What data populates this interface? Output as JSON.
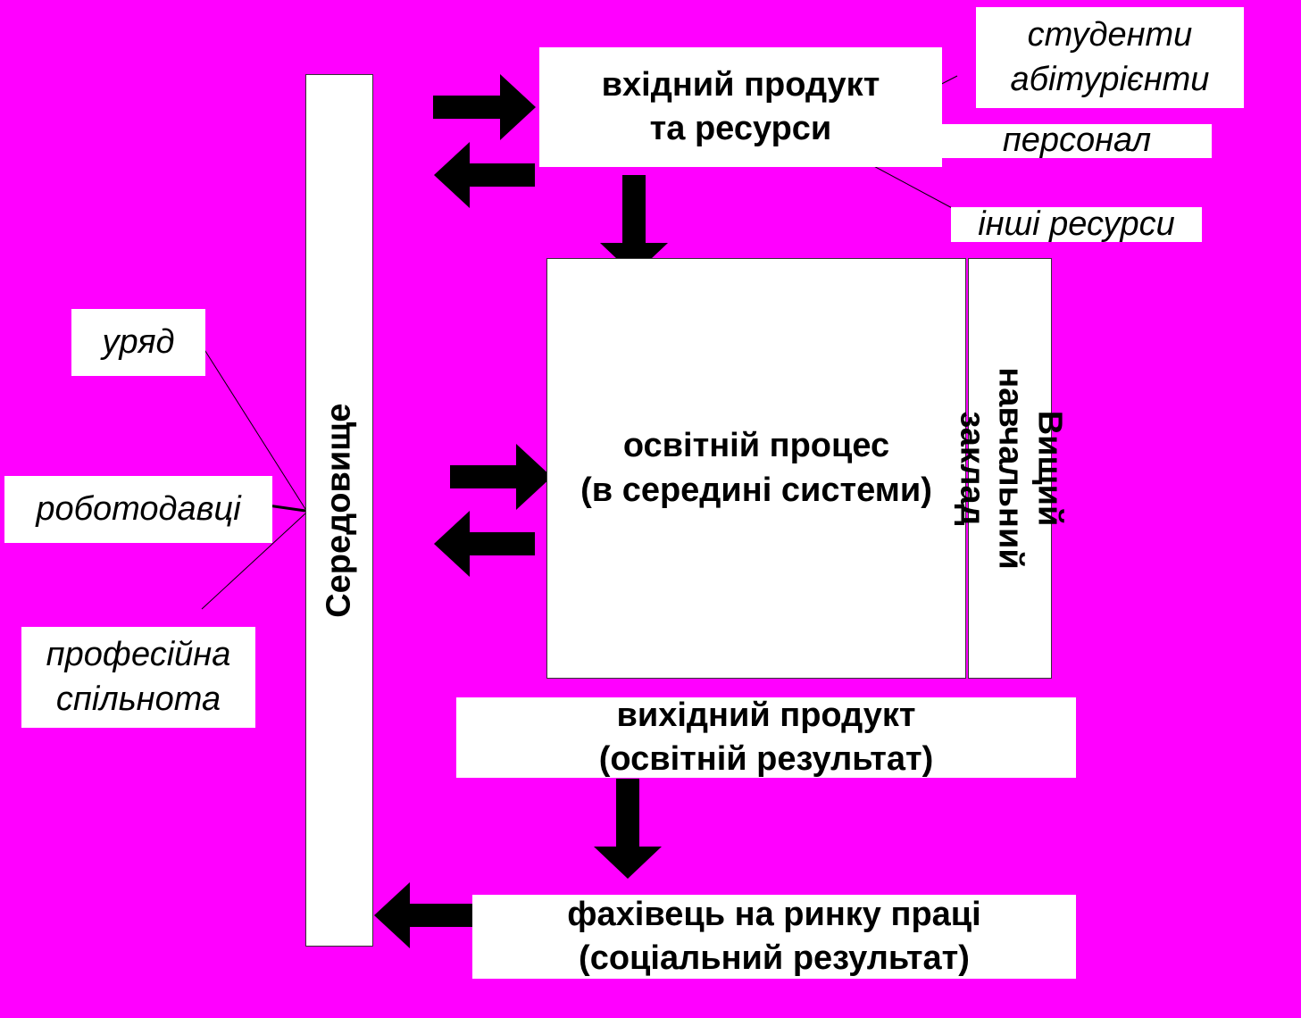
{
  "colors": {
    "background": "#ff00ff",
    "box": "#ffffff",
    "arrow": "#000000"
  },
  "environment": {
    "label": "Середовище"
  },
  "input": {
    "label": "вхідний продукт\nта ресурси"
  },
  "resources": {
    "students": "студенти\nабітурієнти",
    "staff": "персонал",
    "other": "інші ресурси"
  },
  "process": {
    "label": "освітній процес\n(в середині системи)"
  },
  "institution": {
    "label": "Вищий навчальний\nзаклад"
  },
  "output": {
    "label": "вихідний продукт\n(освітній результат)"
  },
  "specialist": {
    "label": "фахівець на ринку праці\n(соціальний результат)"
  },
  "stakeholders": {
    "government": "уряд",
    "employers": "роботодавці",
    "community": "професійна\nспільнота"
  }
}
